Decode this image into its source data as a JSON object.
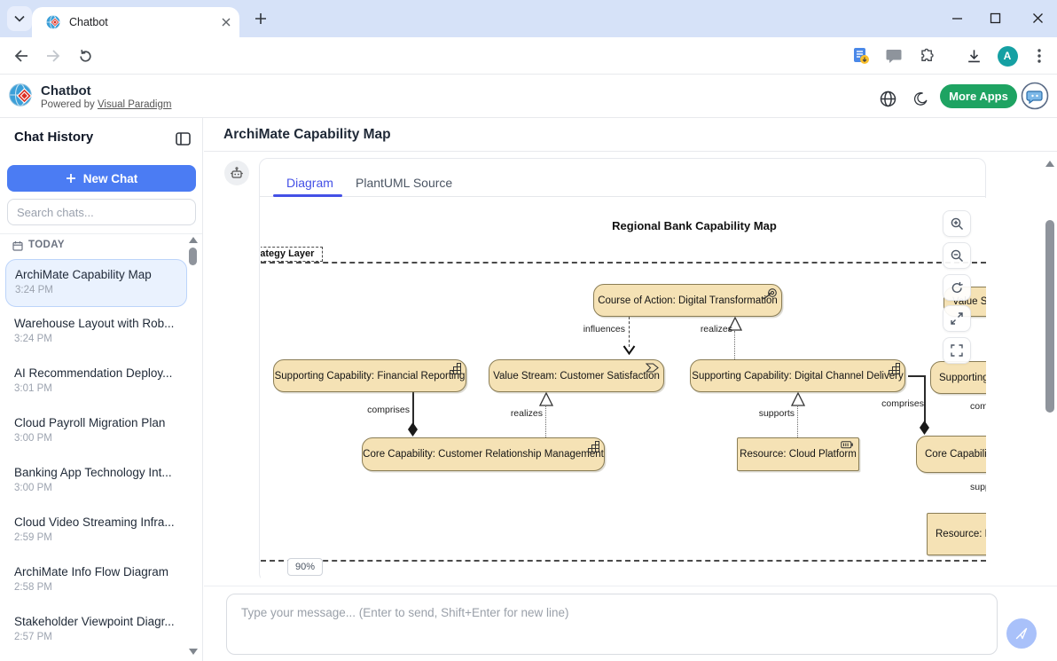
{
  "browser": {
    "tab_title": "Chatbot",
    "url": "ai-toolbox.visual-paradigm.com/app/chatbot/",
    "profile_initial": "A"
  },
  "app_header": {
    "title": "Chatbot",
    "powered_prefix": "Powered by ",
    "powered_link": "Visual Paradigm",
    "more_apps_label": "More Apps",
    "accent_green": "#1ea362"
  },
  "sidebar": {
    "title": "Chat History",
    "new_chat_label": "New Chat",
    "search_placeholder": "Search chats...",
    "section_label": "TODAY",
    "items": [
      {
        "title": "ArchiMate Capability Map",
        "time": "3:24 PM",
        "selected": true
      },
      {
        "title": "Warehouse Layout with Rob...",
        "time": "3:24 PM",
        "selected": false
      },
      {
        "title": "AI Recommendation Deploy...",
        "time": "3:01 PM",
        "selected": false
      },
      {
        "title": "Cloud Payroll Migration Plan",
        "time": "3:00 PM",
        "selected": false
      },
      {
        "title": "Banking App Technology Int...",
        "time": "3:00 PM",
        "selected": false
      },
      {
        "title": "Cloud Video Streaming Infra...",
        "time": "2:59 PM",
        "selected": false
      },
      {
        "title": "ArchiMate Info Flow Diagram",
        "time": "2:58 PM",
        "selected": false
      },
      {
        "title": "Stakeholder Viewpoint Diagr...",
        "time": "2:57 PM",
        "selected": false
      }
    ]
  },
  "main": {
    "page_title": "ArchiMate Capability Map",
    "tabs": [
      {
        "label": "Diagram",
        "active": true
      },
      {
        "label": "PlantUML Source",
        "active": false
      }
    ],
    "zoom_label": "90%",
    "input_placeholder": "Type your message... (Enter to send, Shift+Enter for new line)",
    "accent_blue": "#4450e6"
  },
  "diagram": {
    "title": "Regional Bank Capability Map",
    "group_label": "Strategy Layer",
    "node_fill": "#f5e2b5",
    "node_border": "#8a7d55",
    "nodes": [
      {
        "label": "Course of Action: Digital Transformation",
        "icon": "course-of-action"
      },
      {
        "label": "Supporting Capability: Financial Reporting",
        "icon": "capability"
      },
      {
        "label": "Value Stream: Customer Satisfaction",
        "icon": "value-stream"
      },
      {
        "label": "Supporting Capability: Digital Channel Delivery",
        "icon": "capability"
      },
      {
        "label": "Supporting",
        "icon": null,
        "clipped": true
      },
      {
        "label": "Core Capability: Customer Relationship Management",
        "icon": "capability"
      },
      {
        "label": "Resource: Cloud Platform",
        "icon": "resource"
      },
      {
        "label": "Core Capabilit",
        "icon": null,
        "clipped": true
      },
      {
        "label": "Resource: B",
        "icon": null,
        "clipped": true
      },
      {
        "label": "Value S",
        "icon": null,
        "clipped": true
      }
    ],
    "edges": [
      {
        "label": "influences",
        "type": "dashed-open-arrow"
      },
      {
        "label": "realizes",
        "type": "dotted-hollow-triangle"
      },
      {
        "label": "comprises",
        "type": "solid-filled-diamond"
      },
      {
        "label": "realizes",
        "type": "dotted-hollow-triangle"
      },
      {
        "label": "supports",
        "type": "dotted-hollow-triangle"
      },
      {
        "label": "comprises",
        "type": "solid-filled-diamond"
      },
      {
        "label": "comprises",
        "type": "clipped-label"
      },
      {
        "label": "supports",
        "type": "clipped-label"
      }
    ]
  }
}
